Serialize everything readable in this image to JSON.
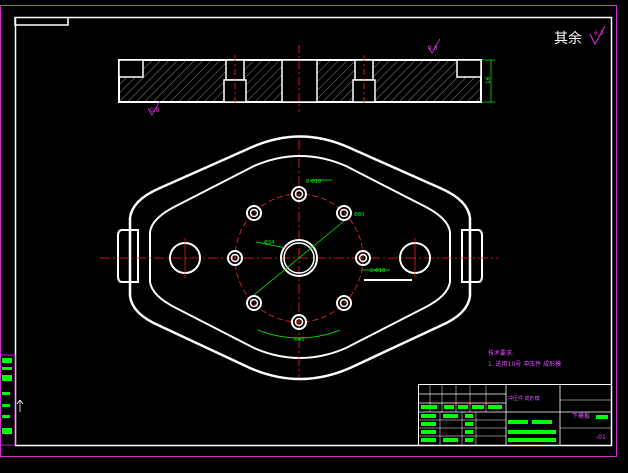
{
  "drawing": {
    "roughness_note": "其余",
    "roughness_symbol_value": "6.3",
    "section_roughness_value": "0.8",
    "section_left_roughness": "6.3",
    "thickness_dim": "16",
    "tech_requirements_title": "技术要求:",
    "tech_requirements_item": "1. 选用10号 冲压件 成形模",
    "part_name": "下模板",
    "drawing_no": "-01",
    "title_block_line": "冲压件 成形模",
    "dims": {
      "hole_pattern_label": "8-Φ10",
      "bolt_circle_label": "Φ80",
      "center_hole_label": "Φ34",
      "side_hole_label": "2-Φ18",
      "arc_label": "Φ40"
    }
  },
  "colors": {
    "background": "#000000",
    "frame": "#cc33cc",
    "geometry": "#ffffff",
    "center_line": "#ff2222",
    "dimension": "#00ff00",
    "roughness": "#dd33dd",
    "hatch": "#bbbbbb",
    "text_magenta": "#dd55ff"
  }
}
